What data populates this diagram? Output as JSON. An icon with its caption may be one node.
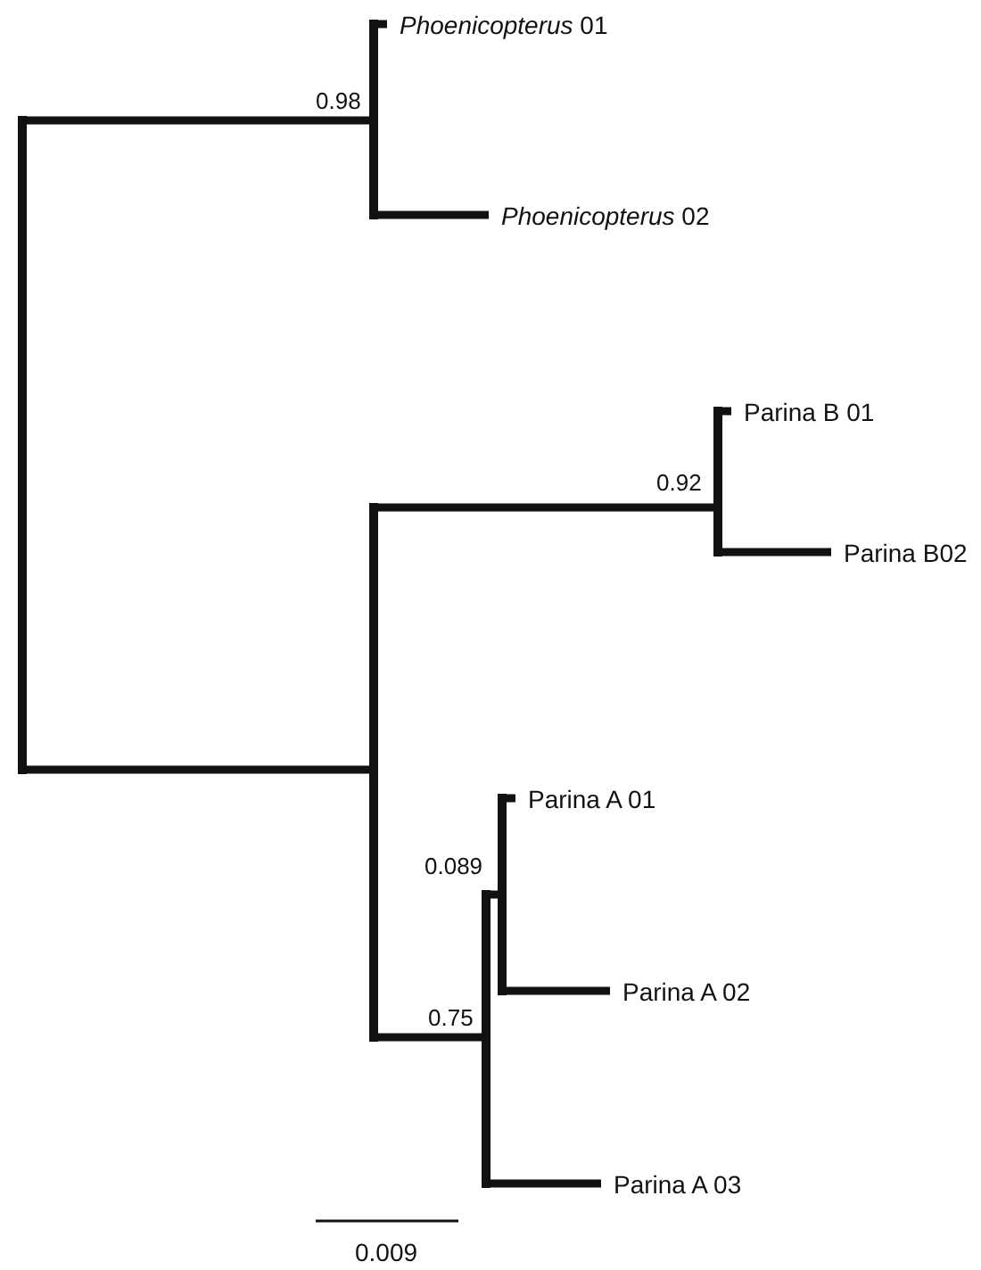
{
  "diagram": {
    "nodes": [
      {
        "text": [],
        "shape": "bar"
      },
      {
        "text": [],
        "shape": "bar",
        "beside": [
          "0.98"
        ]
      },
      {
        "text": [
          "*Phoenicopterus* 01"
        ]
      },
      {
        "text": [
          "*Phoenicopterus* 02"
        ]
      },
      {
        "text": [],
        "shape": "bar"
      },
      {
        "text": [],
        "shape": "bar",
        "beside": [
          "0.92"
        ]
      },
      {
        "text": [
          "Parina B 01"
        ]
      },
      {
        "text": [
          "Parina B02"
        ]
      },
      {
        "text": [],
        "shape": "bar",
        "beside": [
          "0.75"
        ]
      },
      {
        "text": [],
        "shape": "bar",
        "beside": [
          "0.089"
        ]
      },
      {
        "text": [
          "Parina A 01"
        ]
      },
      {
        "text": [
          "Parina A 02"
        ]
      },
      {
        "text": [
          "Parina A 03"
        ]
      }
    ],
    "edges": [
      {
        "from": 0,
        "to": 1,
        "arrow": "none"
      },
      {
        "from": 0,
        "to": 4,
        "arrow": "none"
      },
      {
        "from": 1,
        "to": 2,
        "arrow": "none"
      },
      {
        "from": 1,
        "to": 3,
        "arrow": "none"
      },
      {
        "from": 4,
        "to": 5,
        "arrow": "none"
      },
      {
        "from": 4,
        "to": 8,
        "arrow": "none"
      },
      {
        "from": 5,
        "to": 6,
        "arrow": "none"
      },
      {
        "from": 5,
        "to": 7,
        "arrow": "none"
      },
      {
        "from": 8,
        "to": 9,
        "arrow": "none"
      },
      {
        "from": 8,
        "to": 12,
        "arrow": "none"
      },
      {
        "from": 9,
        "to": 10,
        "arrow": "none"
      },
      {
        "from": 9,
        "to": 11,
        "arrow": "none"
      }
    ],
    "labels": [
      "0.009"
    ]
  }
}
